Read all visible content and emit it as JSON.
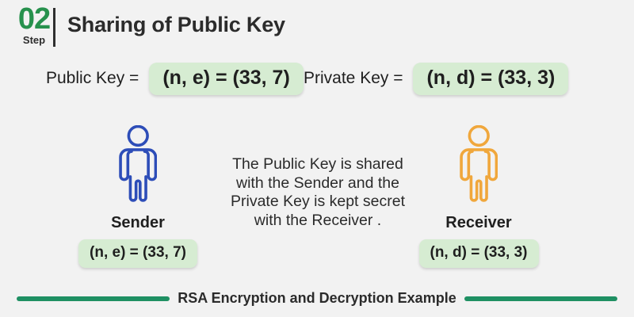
{
  "header": {
    "step_number": "02",
    "step_label": "Step",
    "title": "Sharing of Public Key"
  },
  "keys_row": {
    "public_label": "Public Key =",
    "public_value": "(n, e) = (33, 7)",
    "private_label": "Private Key =",
    "private_value": "(n, d) = (33, 3)"
  },
  "sender": {
    "name": "Sender",
    "key": "(n, e) = (33, 7)",
    "icon": "person-icon",
    "color": "#2d4db8"
  },
  "receiver": {
    "name": "Receiver",
    "key": "(n, d) = (33, 3)",
    "icon": "person-icon",
    "color": "#f0a73c"
  },
  "description": {
    "lines": [
      "The Public Key is shared",
      "with the Sender and the",
      "Private Key is kept secret",
      "with the Receiver ."
    ]
  },
  "footer": {
    "caption": "RSA Encryption and Decryption Example"
  },
  "colors": {
    "background": "#f2f2f2",
    "accent_green": "#27914d",
    "bar_green": "#1f9063",
    "key_highlight_green": "#d6ecd2",
    "sender_blue": "#2d4db8",
    "receiver_orange": "#f0a73c",
    "text_dark": "#2b2b2b"
  }
}
